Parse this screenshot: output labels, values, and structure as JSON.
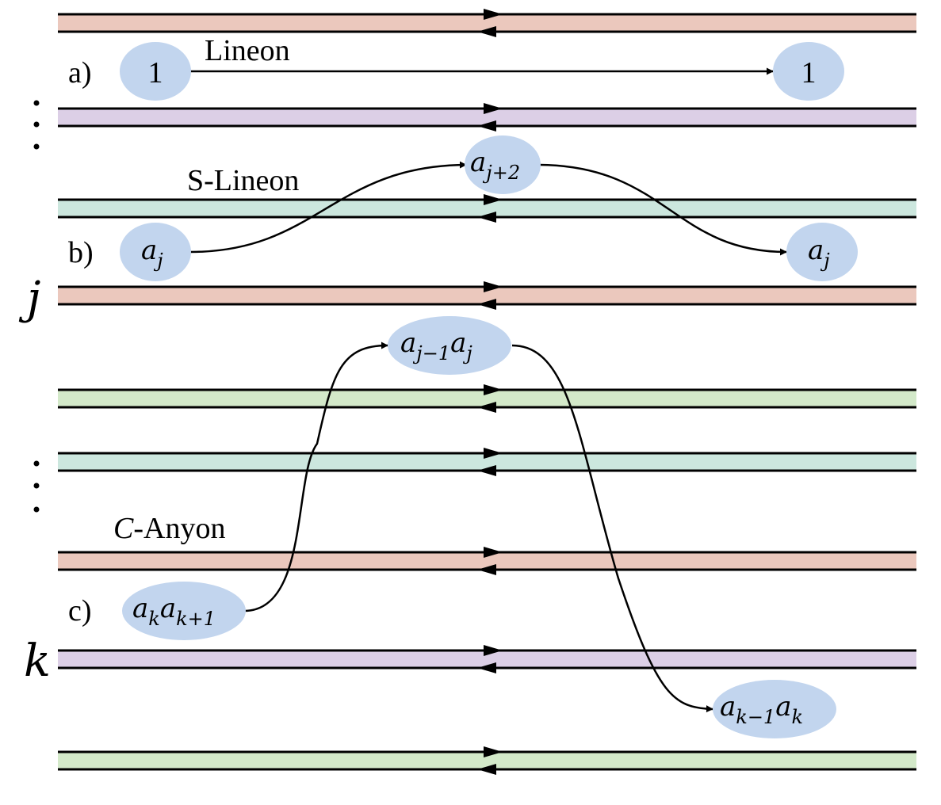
{
  "colors": {
    "salmon": "#ebc8bd",
    "lavender": "#dccfe6",
    "mint": "#cce7de",
    "green": "#d3e9c9",
    "bubble": "#c2d5ee",
    "line": "#000000"
  },
  "strips": [
    {
      "color": "salmon"
    },
    {
      "color": "lavender"
    },
    {
      "color": "mint"
    },
    {
      "color": "salmon"
    },
    {
      "color": "green"
    },
    {
      "color": "mint"
    },
    {
      "color": "salmon"
    },
    {
      "color": "lavender"
    },
    {
      "color": "green"
    }
  ],
  "panels": {
    "a": {
      "label": "a)",
      "title": "Lineon",
      "start": "1",
      "end": "1"
    },
    "b": {
      "label": "b)",
      "title": "S-Lineon",
      "start": {
        "base": "a",
        "sub": "j"
      },
      "mid": {
        "base": "a",
        "sub": "j+2"
      },
      "end": {
        "base": "a",
        "sub": "j"
      }
    },
    "c": {
      "label": "c)",
      "title_italic": "C",
      "title_rest": "-Anyon",
      "start": {
        "b1": "a",
        "s1": "k",
        "b2": "a",
        "s2": "k+1"
      },
      "mid": {
        "b1": "a",
        "s1": "j−1",
        "b2": "a",
        "s2": "j"
      },
      "end": {
        "b1": "a",
        "s1": "k−1",
        "b2": "a",
        "s2": "k"
      }
    }
  },
  "axis_labels": {
    "j": "j",
    "k": "k"
  }
}
